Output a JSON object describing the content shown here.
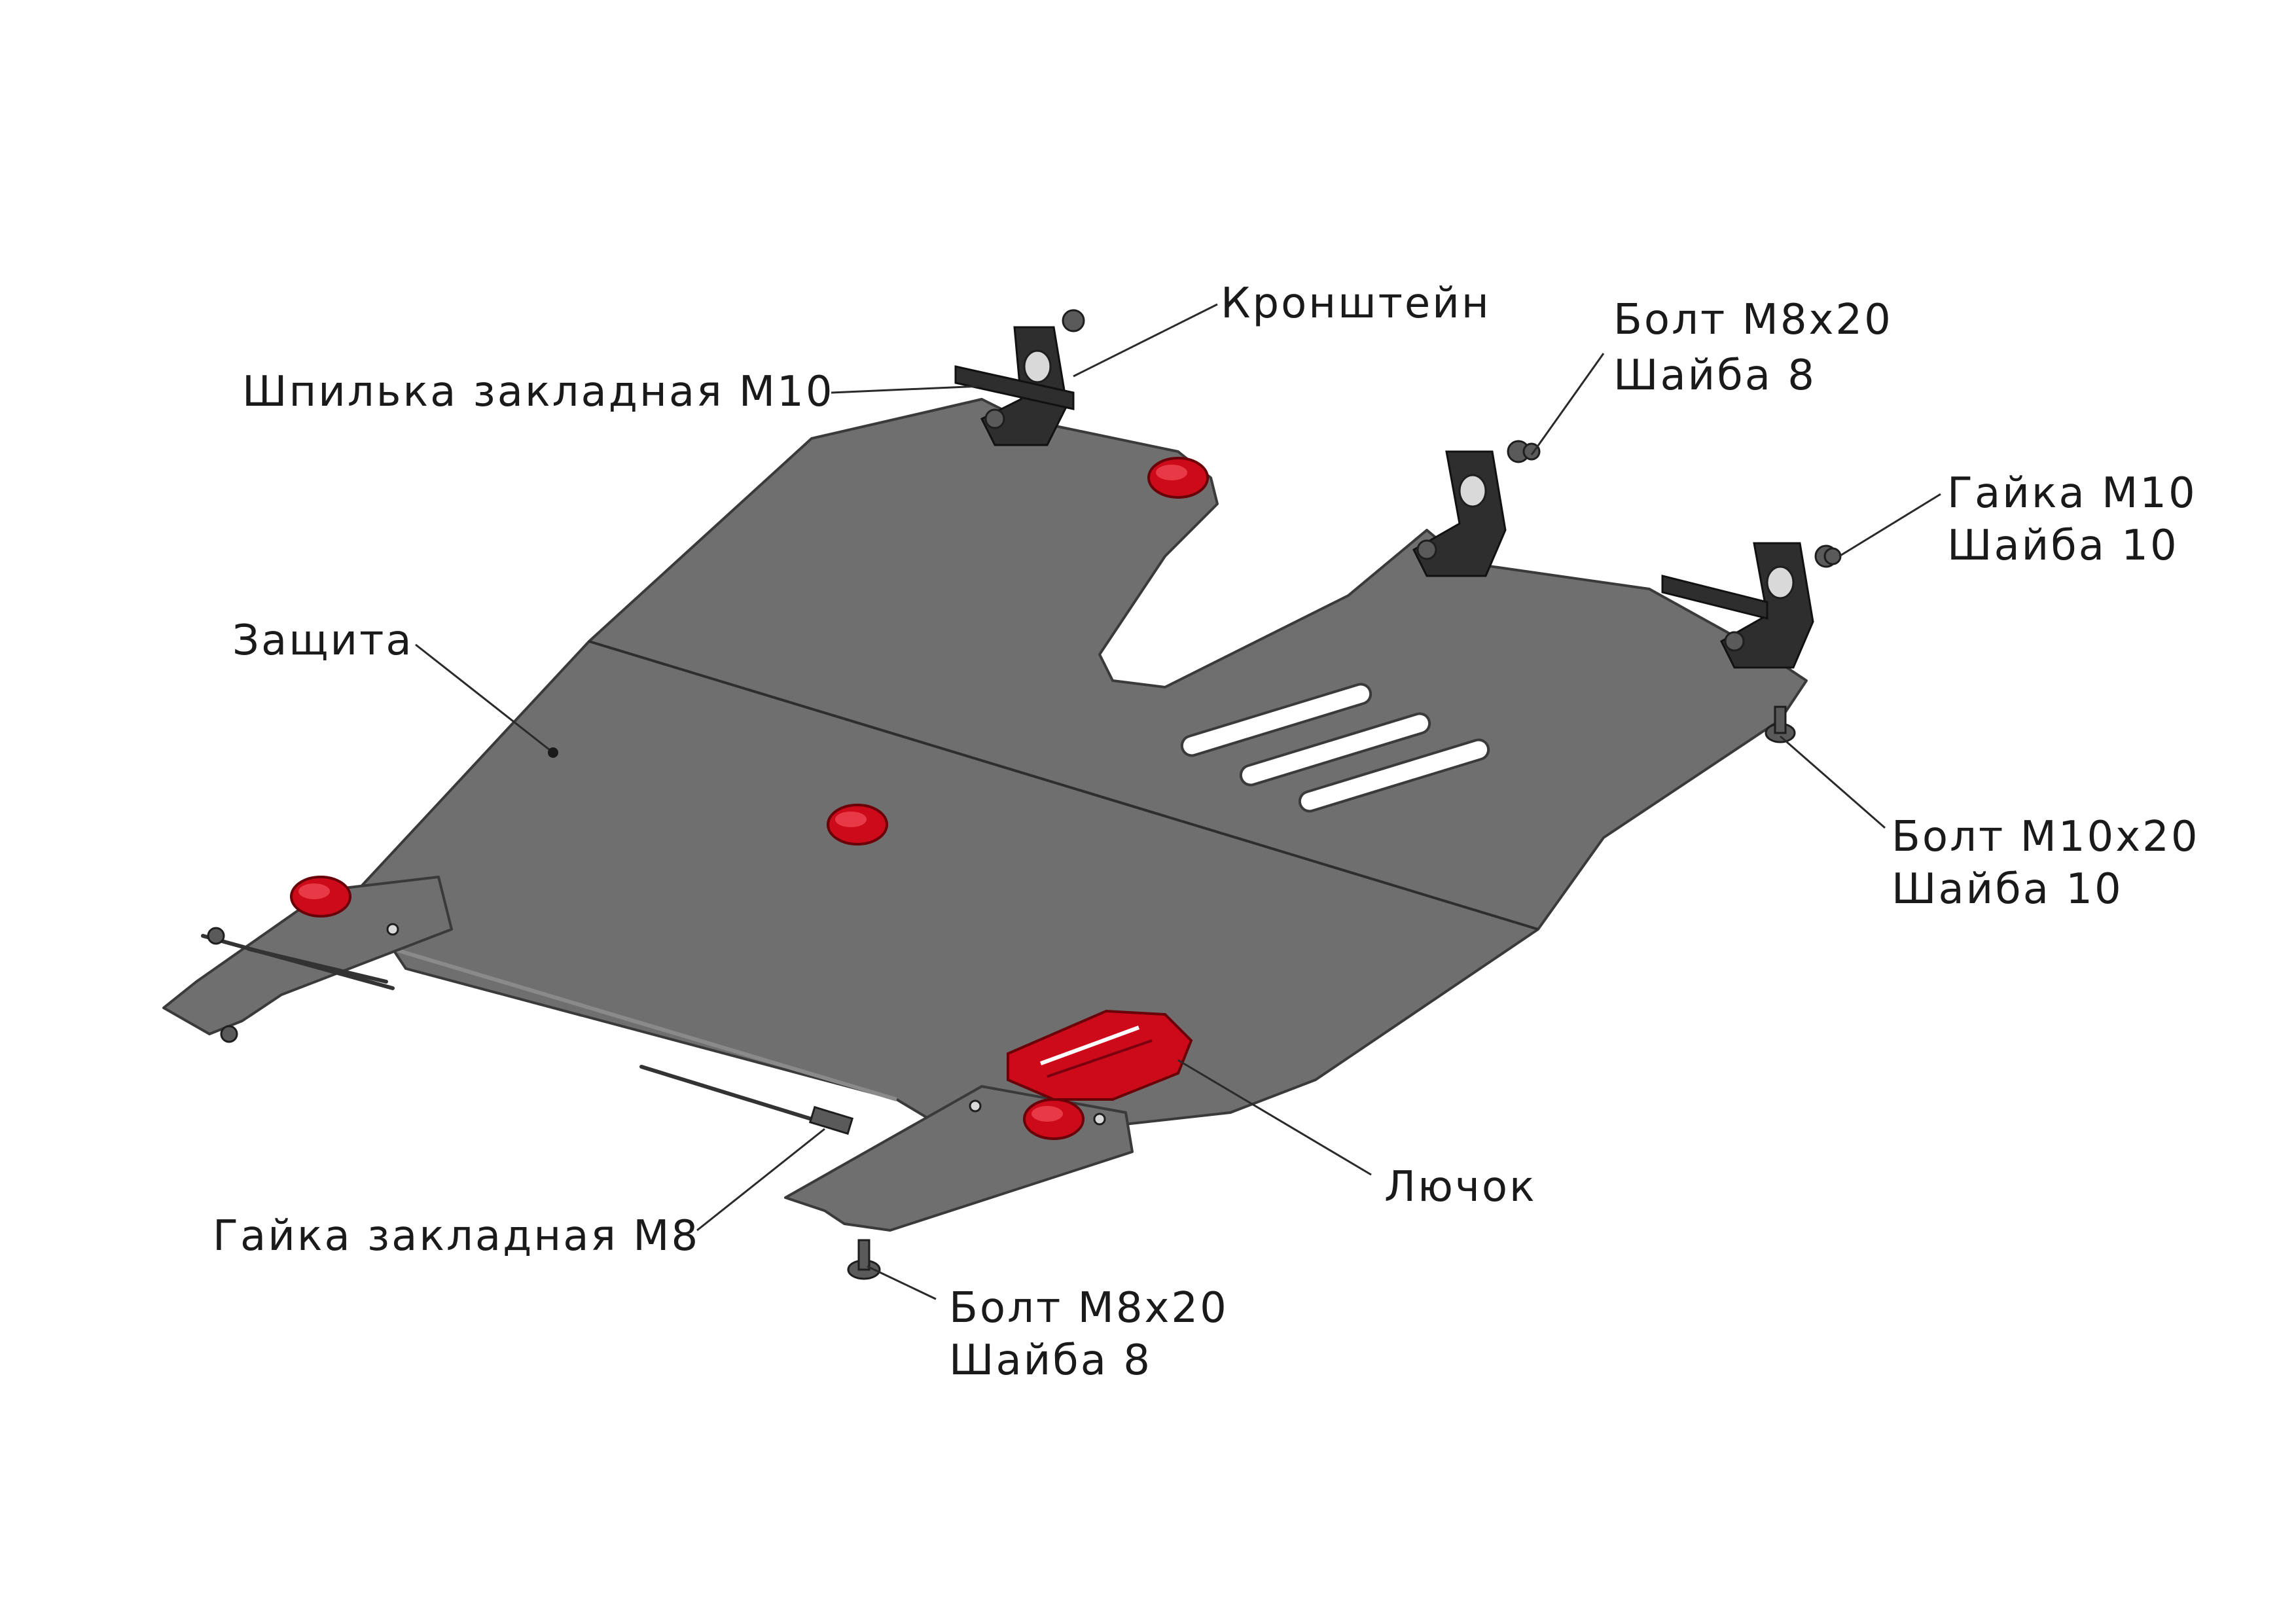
{
  "labels": {
    "bracket": "Кронштейн",
    "stud": "Шпилька закладная М10",
    "bolt_top": [
      "Болт М8х20",
      "Шайба 8"
    ],
    "nut_right": [
      "Гайка М10",
      "Шайба 10"
    ],
    "guard": "Защита",
    "bolt_right": [
      "Болт М10х20",
      "Шайба 10"
    ],
    "hatch": "Лючок",
    "nut_bottom": "Гайка закладная М8",
    "bolt_bottom": [
      "Болт М8х20",
      "Шайба 8"
    ]
  },
  "colors": {
    "plate": "#6f6f6f",
    "accent_red": "#cc0a1a",
    "bracket": "#2e2e2e",
    "text": "#1a1a1a"
  }
}
